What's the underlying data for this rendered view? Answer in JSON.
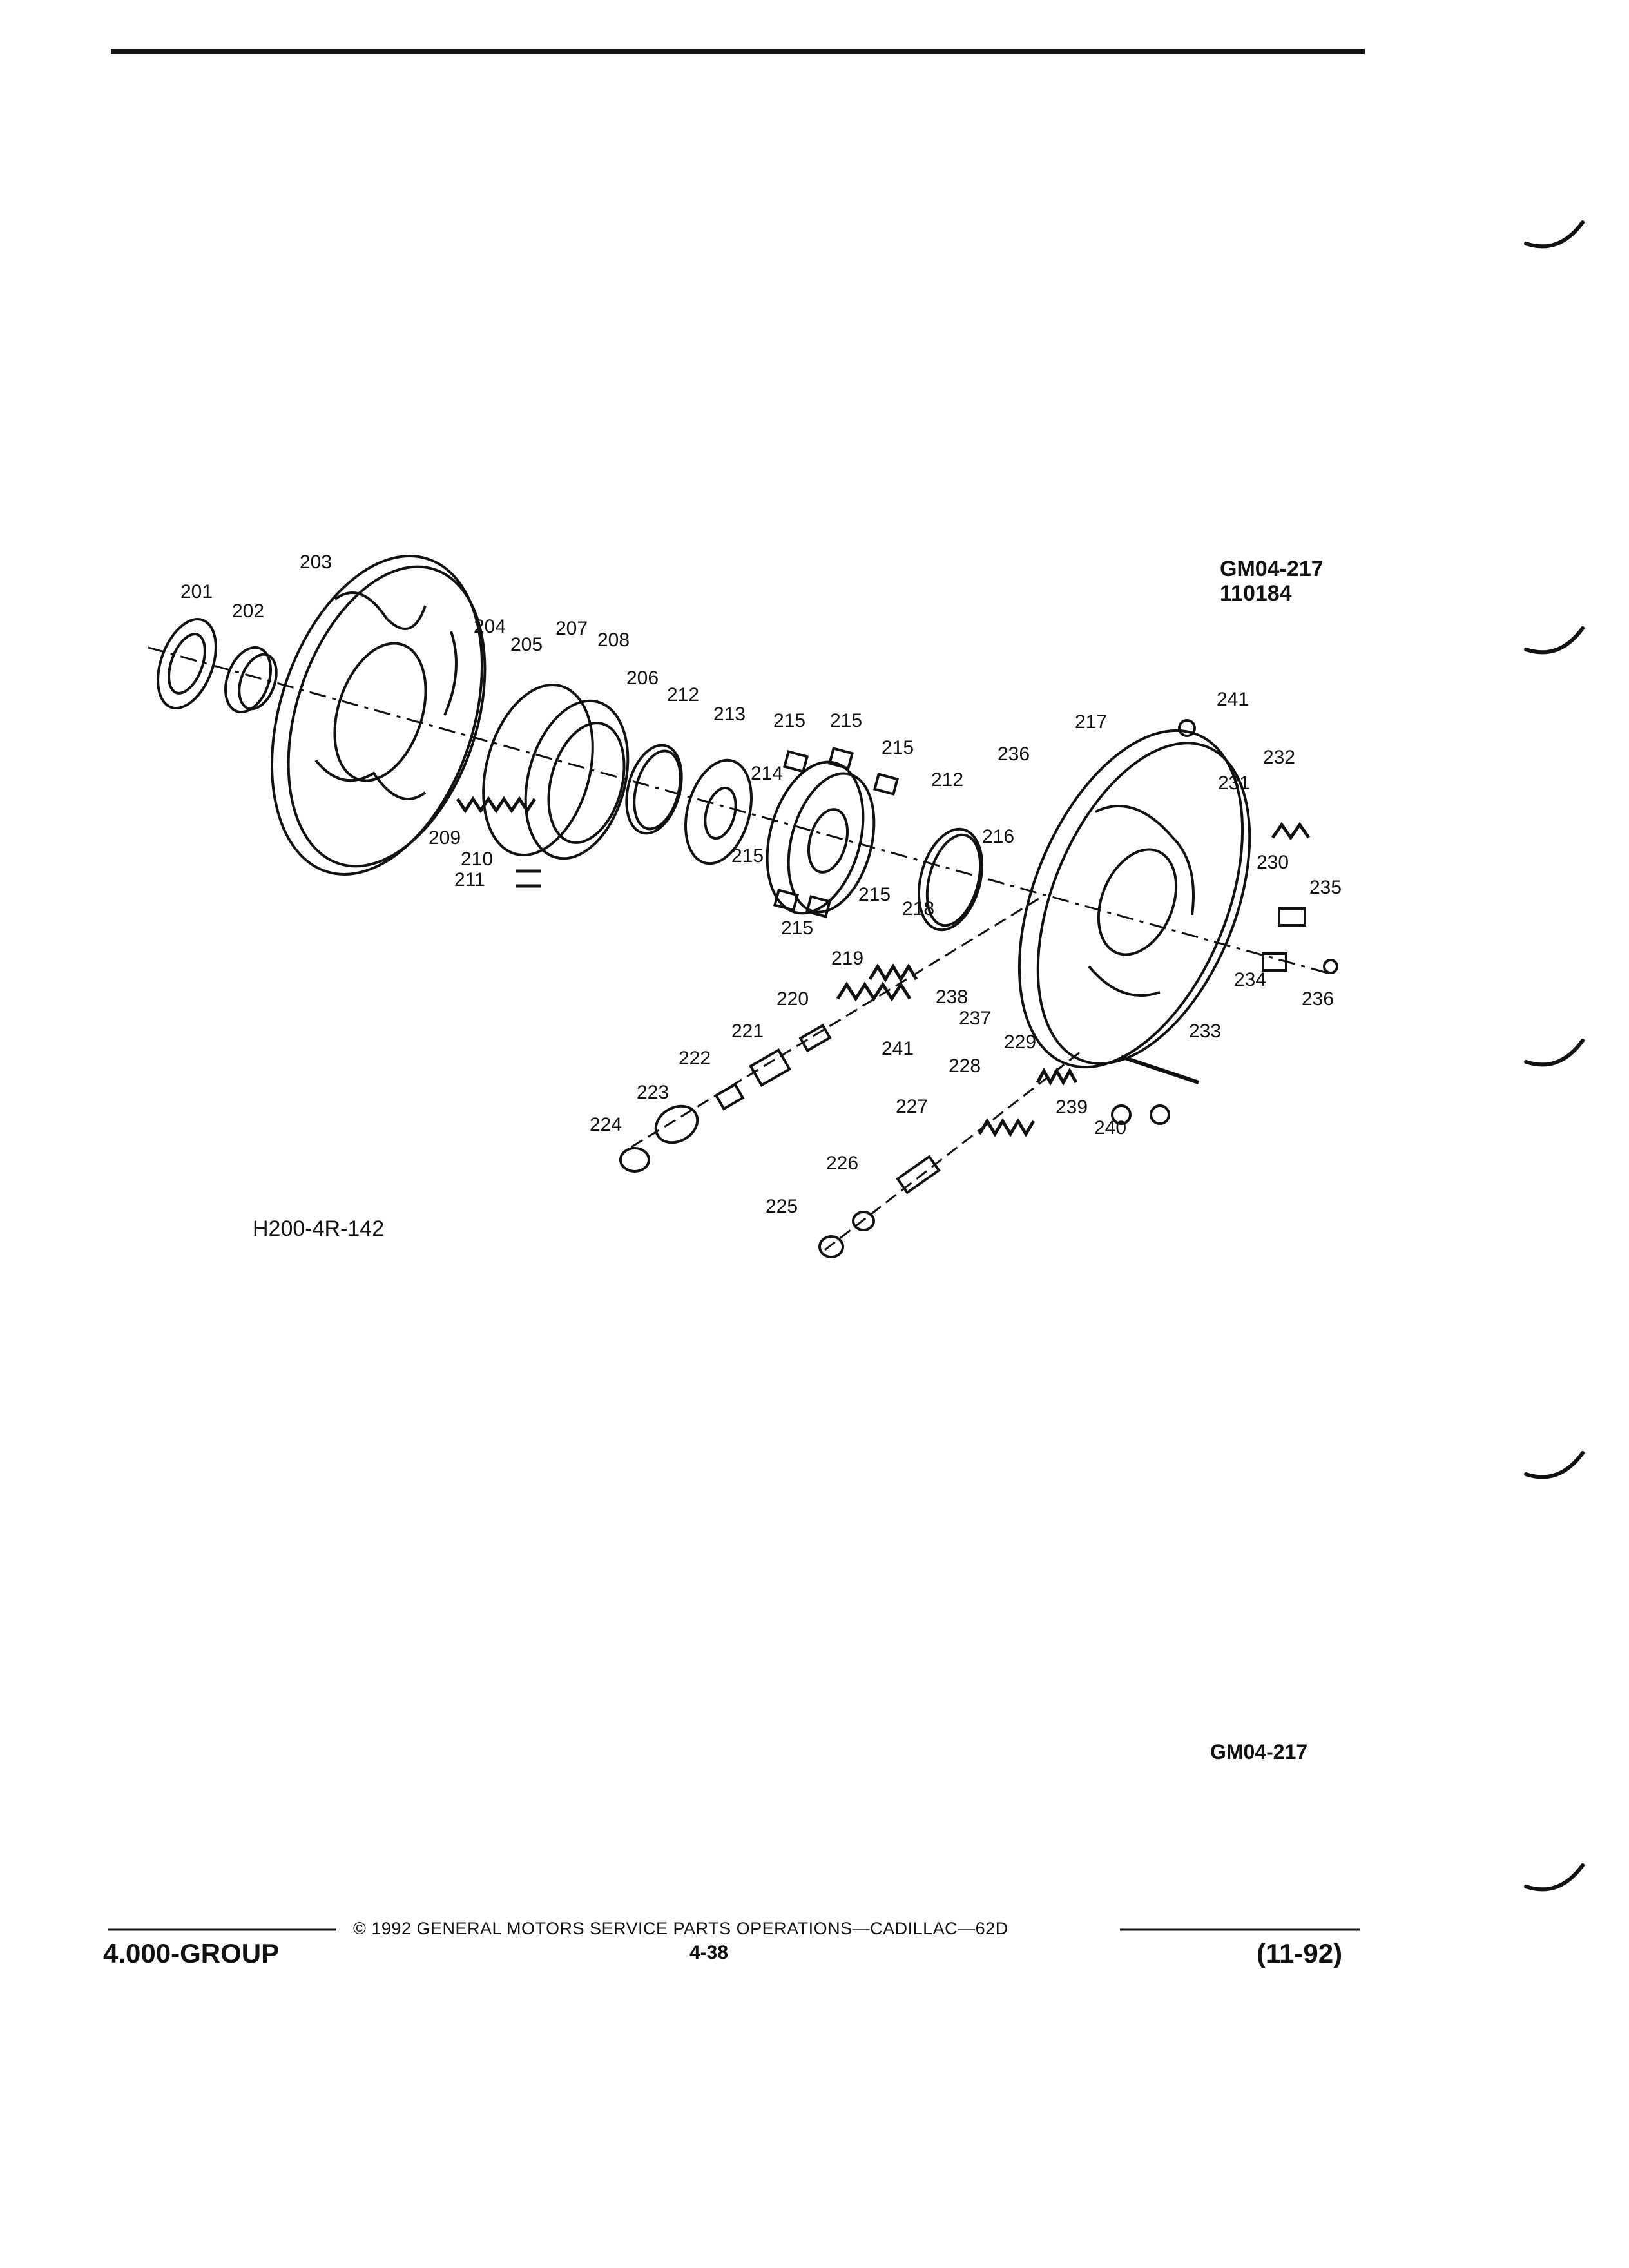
{
  "header": {
    "diagram_code": "GM04-217",
    "diagram_subcode": "110184"
  },
  "figure": {
    "figure_id": "H200-4R-142",
    "bottom_code": "GM04-217",
    "callouts": [
      "201",
      "202",
      "203",
      "204",
      "205",
      "207",
      "208",
      "206",
      "212",
      "213",
      "215",
      "215",
      "215",
      "217",
      "241",
      "236",
      "212",
      "214",
      "216",
      "232",
      "231",
      "230",
      "235",
      "209",
      "210",
      "211",
      "215",
      "215",
      "215",
      "218",
      "219",
      "238",
      "234",
      "236",
      "220",
      "237",
      "241",
      "221",
      "229",
      "233",
      "222",
      "228",
      "223",
      "227",
      "239",
      "240",
      "224",
      "226",
      "225"
    ]
  },
  "footer": {
    "copyright": "© 1992  GENERAL MOTORS SERVICE PARTS OPERATIONS—CADILLAC—62D",
    "group": "4.000-GROUP",
    "page": "4-38",
    "date": "(11-92)"
  }
}
